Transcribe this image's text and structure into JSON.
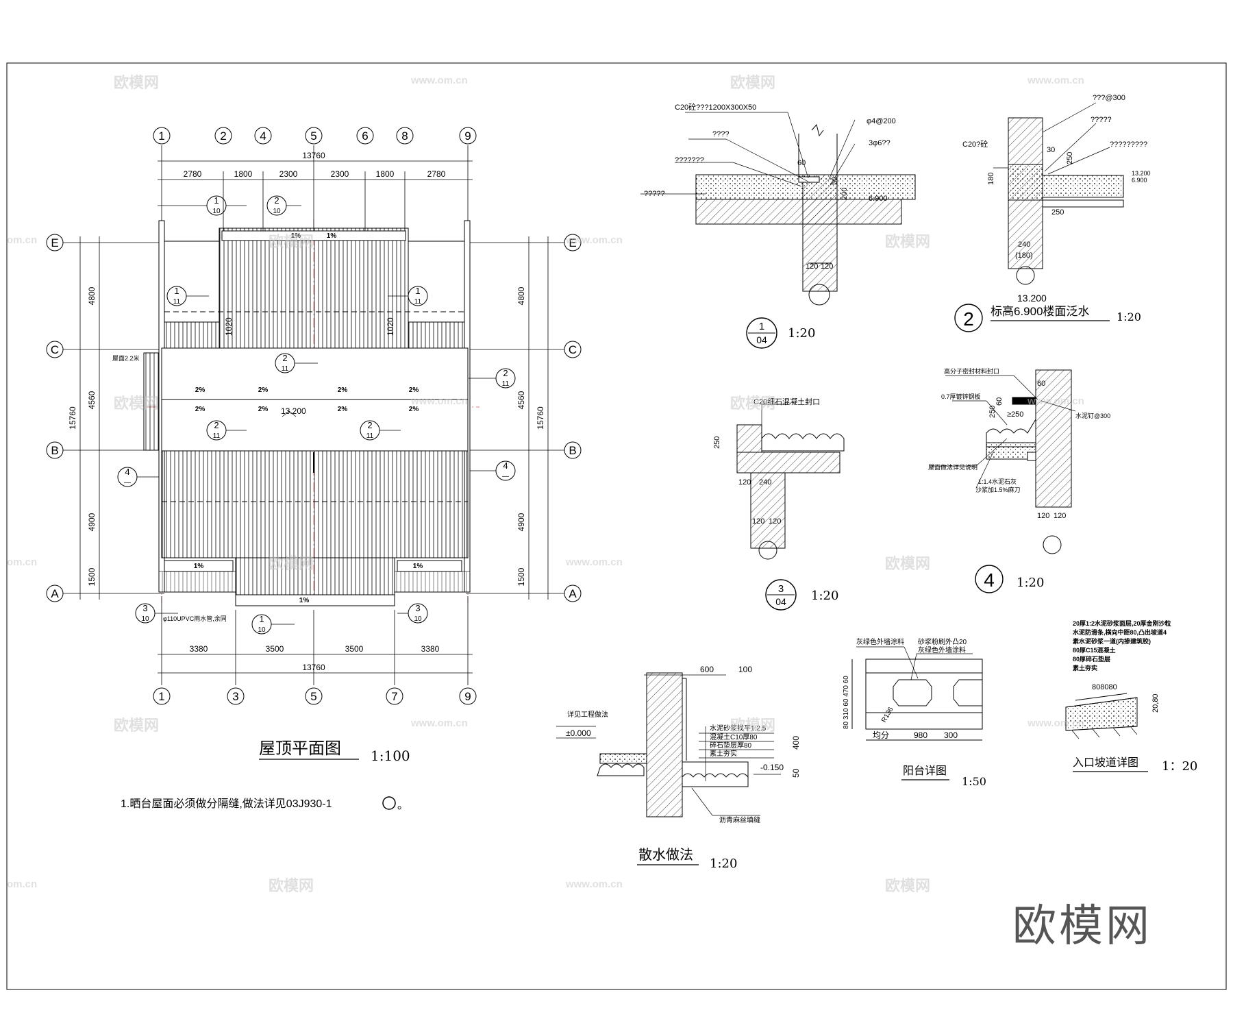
{
  "watermark": {
    "brand": "欧模网",
    "url": "www.om.cn",
    "url_short": "om.cn"
  },
  "plan": {
    "title": "屋顶平面图",
    "scale": "1:100",
    "note": "1.晒台屋面必须做分隔缝,做法详见03J930-1",
    "note_tail": "。",
    "top_axes": [
      "1",
      "2",
      "4",
      "5",
      "6",
      "8",
      "9"
    ],
    "bottom_axes": [
      "1",
      "3",
      "5",
      "7",
      "9"
    ],
    "side_axes": [
      "E",
      "C",
      "B",
      "A"
    ],
    "top_total": "13760",
    "top_dims": [
      "2780",
      "1800",
      "2300",
      "2300",
      "1800",
      "2780"
    ],
    "bottom_total": "13760",
    "bottom_dims": [
      "3380",
      "3500",
      "3500",
      "3380"
    ],
    "side_total": "15760",
    "side_dims": [
      "4800",
      "4560",
      "4900",
      "1500"
    ],
    "elevation": "13.200",
    "slope_1": "1%",
    "slope_2": "2%",
    "dim_1020": "1020",
    "pipe_label": "φ110UPVC雨水管,余同",
    "annex_label": "屋面2.2米",
    "callouts": [
      {
        "n": "1",
        "d": "10"
      },
      {
        "n": "2",
        "d": "10"
      },
      {
        "n": "1",
        "d": "11"
      },
      {
        "n": "1",
        "d": "11"
      },
      {
        "n": "2",
        "d": "11"
      },
      {
        "n": "2",
        "d": "11"
      },
      {
        "n": "2",
        "d": "11"
      },
      {
        "n": "2",
        "d": "11"
      },
      {
        "n": "4",
        "d": "—"
      },
      {
        "n": "4",
        "d": "—"
      },
      {
        "n": "3",
        "d": "10"
      },
      {
        "n": "3",
        "d": "10"
      },
      {
        "n": "1",
        "d": "10"
      }
    ]
  },
  "detail1": {
    "label_top": "C20砼???1200X300X50",
    "l1": "????",
    "l2": "???????",
    "l3": "?????",
    "r1": "φ4@200",
    "r2": "3φ6??",
    "d60": "60",
    "d50": "50",
    "d200": "200",
    "elev": "6.900",
    "d120a": "120",
    "d120b": "120",
    "ref_n": "1",
    "ref_d": "04",
    "scale": "1:20"
  },
  "detail2": {
    "l_top": "???@300",
    "l_mid": "?????",
    "l_right": "?????????",
    "c20": "C20?砼",
    "d30": "30",
    "d250": "250",
    "d180": "180",
    "d250b": "250",
    "d240": "240",
    "d180b": "(180)",
    "elev_a": "13.200",
    "elev_b": "6.900",
    "elev_c": "13.200",
    "ref": "2",
    "title": "标高6.900楼面泛水",
    "scale": "1:20"
  },
  "detail3": {
    "label": "C20细石混凝土封口",
    "d250": "250",
    "d120": "120",
    "d240": "240",
    "d120a": "120",
    "d120b": "120",
    "ref_n": "3",
    "ref_d": "04",
    "scale": "1:20"
  },
  "detail4": {
    "l1": "高分子密封材料封口",
    "l2": "0.7厚镀锌钢板",
    "l3": "屋面做法详见说明",
    "l4": "1:1.4水泥石灰",
    "l5": "沙浆加1.5%麻刀",
    "r1": "水泥钉@300",
    "d60": "60",
    "d250": "250",
    "d60b": "60",
    "d250b": "≥250",
    "d120a": "120",
    "d120b": "120",
    "ref": "4",
    "scale": "1:20"
  },
  "apron": {
    "title": "散水做法",
    "scale": "1:20",
    "d600": "600",
    "d100": "100",
    "l1": "水泥砂浆找平1:2.5",
    "l2": "混凝土C10厚80",
    "l3": "碎石垫层厚80",
    "l4": "素土夯实",
    "left": "详见工程做法",
    "elev0": "±0.000",
    "elev1": "-0.150",
    "d400": "400",
    "d50": "50",
    "joint": "沥青麻丝填缝"
  },
  "balcony": {
    "title": "阳台详图",
    "scale": "1:50",
    "l1": "灰绿色外墙涂料",
    "l2": "砂浆粉刷外凸20",
    "l3": "灰绿色外墙涂料",
    "vdims": "80 310 60 470 60",
    "r136": "R136",
    "even": "均分",
    "d980": "980",
    "d300": "300"
  },
  "ramp": {
    "title": "入口坡道详图",
    "scale": "1：20",
    "l1": "20厚1:2水泥砂浆面层,20厚金刚沙粒",
    "l2": "水泥防滑条,横向中距80,凸出坡道4",
    "l3": "素水泥砂浆一道(内掺建筑胶)",
    "l4": "80厚C15混凝土",
    "l5": "80厚碎石垫层",
    "l6": "素土夯实",
    "d8080": "808080",
    "d2080": "20,80"
  }
}
